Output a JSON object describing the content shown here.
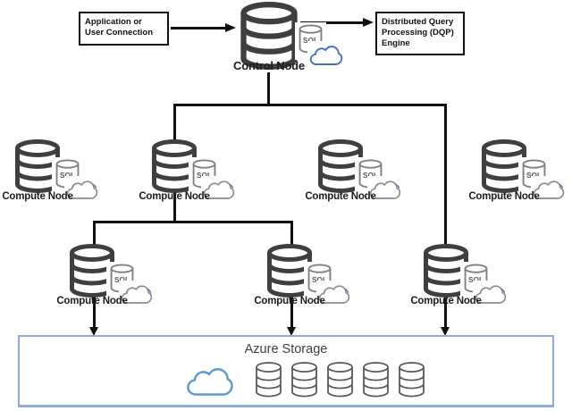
{
  "diagram": {
    "title_implicit": "Azure SQL Data Warehouse MPP architecture",
    "app_connection_box": {
      "text": "Application or\nUser Connection"
    },
    "dqp_box": {
      "text": "Distributed Query\nProcessing (DQP)\nEngine"
    },
    "control_node": {
      "label": "Control Node"
    },
    "compute_row1": [
      {
        "label": "Compute Node"
      },
      {
        "label": "Compute Node"
      },
      {
        "label": "Compute Node"
      },
      {
        "label": "Compute Node"
      }
    ],
    "compute_row2": [
      {
        "label": "Compute Node"
      },
      {
        "label": "Compute Node"
      },
      {
        "label": "Compute Node"
      }
    ],
    "storage": {
      "title": "Azure Storage",
      "cylinder_count": 5
    },
    "icons": {
      "sql_label": "SQL"
    },
    "colors": {
      "connector_line": "#111111",
      "db_cylinder_stroke": "#3f3f42",
      "sql_cylinder_stroke": "#7f7f7f",
      "sql_text": "#595959",
      "compute_cloud_stroke": "#8c8c8c",
      "cloud_blue_accent": "#4472c4",
      "control_cloud_stroke": "#4472c4",
      "storage_cloud_stroke": "#5b9bd5",
      "storage_cylinder_stroke": "#595959",
      "storage_border": "#8faadc",
      "label_text": "#1c1c1c"
    }
  }
}
